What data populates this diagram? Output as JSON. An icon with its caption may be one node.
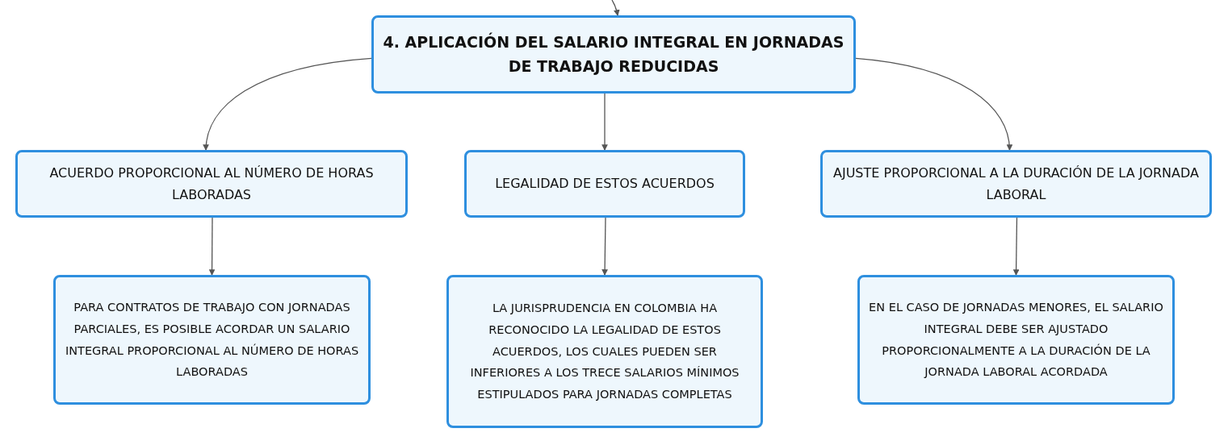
{
  "diagram": {
    "nodes": [
      {
        "text": [
          "4. APLICACIÓN DEL SALARIO INTEGRAL EN JORNADAS DE TRABAJO REDUCIDAS"
        ]
      },
      {
        "text": [
          "ACUERDO PROPORCIONAL AL NÚMERO DE HORAS LABORADAS"
        ]
      },
      {
        "text": [
          "LEGALIDAD DE ESTOS ACUERDOS"
        ]
      },
      {
        "text": [
          "AJUSTE PROPORCIONAL A LA DURACIÓN DE LA JORNADA LABORAL"
        ]
      },
      {
        "text": [
          "PARA CONTRATOS DE TRABAJO CON JORNADAS PARCIALES, ES POSIBLE ACORDAR UN SALARIO INTEGRAL PROPORCIONAL AL NÚMERO DE HORAS LABORADAS"
        ]
      },
      {
        "text": [
          "LA JURISPRUDENCIA EN COLOMBIA HA RECONOCIDO LA LEGALIDAD DE ESTOS ACUERDOS, LOS CUALES PUEDEN SER INFERIORES A LOS TRECE SALARIOS MÍNIMOS ESTIPULADOS PARA JORNADAS COMPLETAS"
        ]
      },
      {
        "text": [
          "EN EL CASO DE JORNADAS MENORES, EL SALARIO INTEGRAL DEBE SER AJUSTADO PROPORCIONALMENTE A LA DURACIÓN DE LA JORNADA LABORAL ACORDADA"
        ]
      }
    ],
    "edges": [
      {
        "from": null,
        "to": 0,
        "arrow": "to"
      },
      {
        "from": 0,
        "to": 1,
        "arrow": "to"
      },
      {
        "from": 0,
        "to": 2,
        "arrow": "to"
      },
      {
        "from": 0,
        "to": 3,
        "arrow": "to"
      },
      {
        "from": 1,
        "to": 4,
        "arrow": "to"
      },
      {
        "from": 2,
        "to": 5,
        "arrow": "to"
      },
      {
        "from": 3,
        "to": 6,
        "arrow": "to"
      }
    ]
  }
}
